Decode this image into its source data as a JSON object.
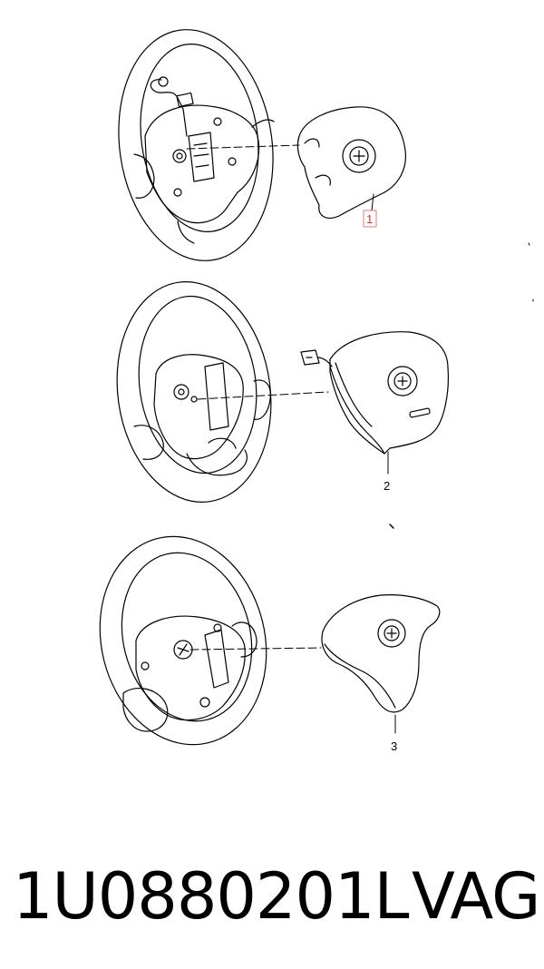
{
  "callouts": [
    {
      "id": "1",
      "label": "1",
      "boxed": true
    },
    {
      "id": "2",
      "label": "2",
      "boxed": false
    },
    {
      "id": "3",
      "label": "3",
      "boxed": false
    }
  ],
  "footer": {
    "part_number": "1U0880201L",
    "brand": "VAG"
  },
  "colors": {
    "line": "#000000",
    "callout_box": "#e07a80"
  }
}
